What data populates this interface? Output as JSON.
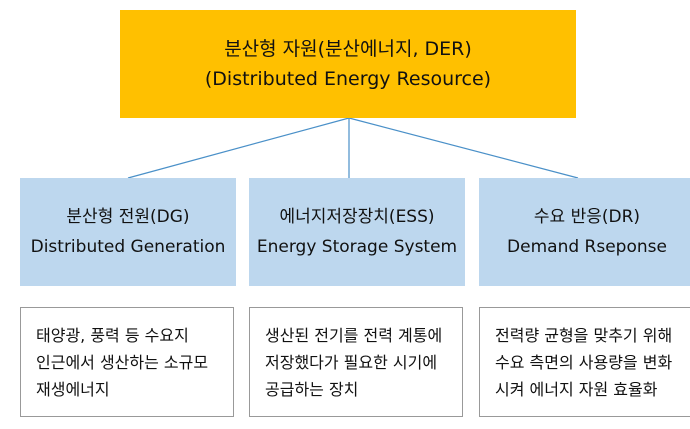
{
  "top": {
    "line1": "분산형 자원(분산에너지, DER)",
    "line2": "(Distributed Energy Resource)"
  },
  "categories": [
    {
      "line1": "분산형 전원(DG)",
      "line2": "Distributed Generation",
      "desc": [
        "태양광, 풍력 등 수요지",
        "인근에서 생산하는 소규모",
        "재생에너지"
      ]
    },
    {
      "line1": "에너지저장장치(ESS)",
      "line2": "Energy Storage System",
      "desc": [
        "생산된 전기를 전력 계통에",
        "저장했다가 필요한 시기에",
        "공급하는 장치"
      ]
    },
    {
      "line1": "수요 반응(DR)",
      "line2": "Demand Rseponse",
      "desc": [
        "전력량 균형을 맞추기 위해",
        "수요 측면의 사용량을 변화",
        "시켜 에너지 자원 효율화"
      ]
    }
  ],
  "colors": {
    "top_fill": "#ffc000",
    "mid_fill": "#bdd7ee",
    "connector": "#4a90c8",
    "bottom_border": "#999999"
  }
}
